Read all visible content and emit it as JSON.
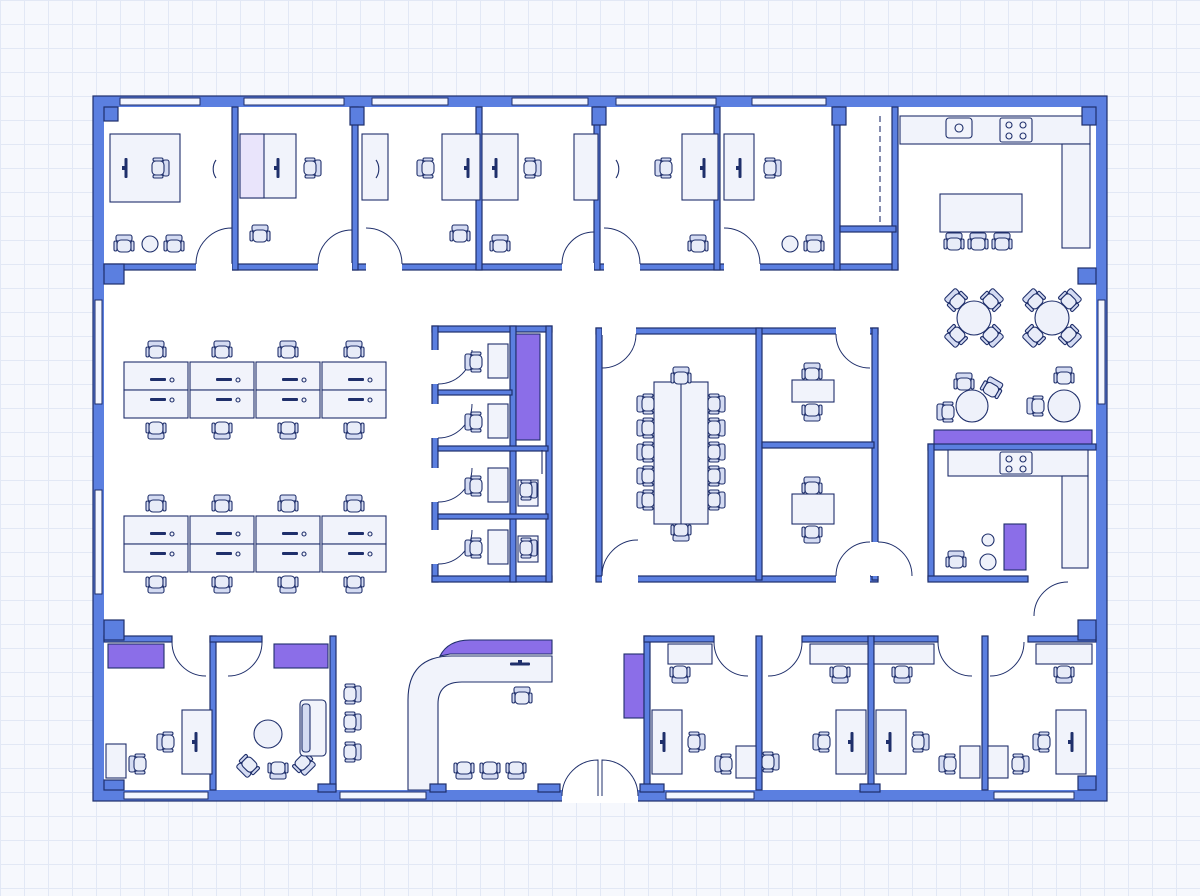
{
  "diagram": {
    "kind": "office floor plan",
    "colors": {
      "background": "#f6f8fd",
      "grid": "#e2e8f5",
      "wall": "#5b7fe0",
      "outline": "#1f2f6b",
      "accent": "#8b6ee8",
      "floor": "#ffffff"
    },
    "zones": [
      {
        "name": "private-office-row-top",
        "count": 7
      },
      {
        "name": "kitchen-lounge",
        "count": 1
      },
      {
        "name": "open-workstations",
        "count": 2
      },
      {
        "name": "phone-booths",
        "count": 4
      },
      {
        "name": "conference-room",
        "count": 1
      },
      {
        "name": "small-meeting-rooms",
        "count": 2
      },
      {
        "name": "pantry",
        "count": 1
      },
      {
        "name": "bottom-offices",
        "count": 6
      },
      {
        "name": "reception",
        "count": 1
      }
    ]
  }
}
